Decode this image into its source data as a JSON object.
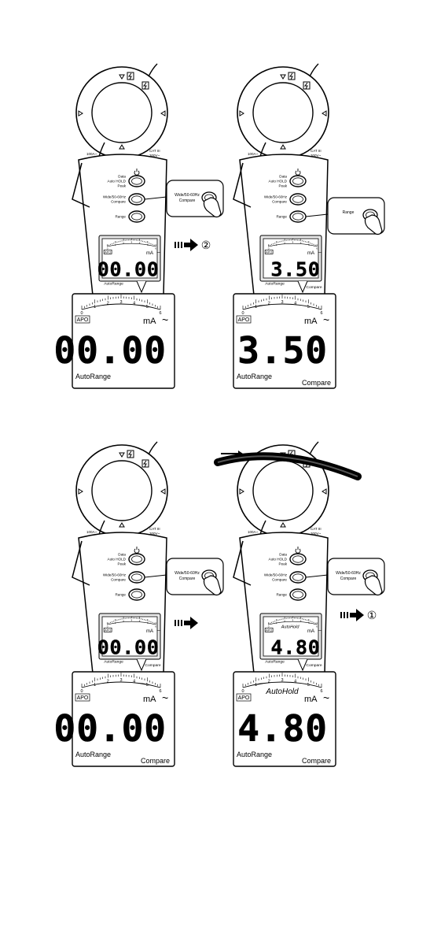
{
  "panels": [
    {
      "id": "p1",
      "clamp_rating_left": "100A~",
      "clamp_rating_right_top": "CAT III",
      "clamp_rating_right_bottom": "300V~",
      "buttons": [
        {
          "label_lines": [
            "Data",
            "Auto HOLD",
            "Peak"
          ]
        },
        {
          "label_lines": [
            "Wide/50-60Hz",
            "Compare"
          ]
        },
        {
          "label_lines": [
            "Range"
          ]
        }
      ],
      "callout_label_lines": [
        "Wide/50-60Hz",
        "Compare"
      ],
      "arrow_marker": "②",
      "lcd": {
        "scale_ticks": [
          "0",
          "1",
          "2",
          "3",
          "4",
          "5",
          "6"
        ],
        "apo": "APO",
        "unit": "mA",
        "ac_symbol": "~",
        "reading": "00.00",
        "autorange": "AutoRange",
        "compare": "",
        "autohold": ""
      }
    },
    {
      "id": "p2",
      "clamp_rating_left": "100A~",
      "clamp_rating_right_top": "CAT III",
      "clamp_rating_right_bottom": "300V~",
      "buttons": [
        {
          "label_lines": [
            "Data",
            "Auto HOLD",
            "Peak"
          ]
        },
        {
          "label_lines": [
            "Wide/50-60Hz",
            "Compare"
          ]
        },
        {
          "label_lines": [
            "Range"
          ]
        }
      ],
      "callout_label_lines": [
        "Range"
      ],
      "arrow_marker": "",
      "lcd": {
        "scale_ticks": [
          "0",
          "1",
          "2",
          "3",
          "4",
          "5",
          "6"
        ],
        "apo": "APO",
        "unit": "mA",
        "ac_symbol": "~",
        "reading": "3.50",
        "autorange": "AutoRange",
        "compare": "Compare",
        "autohold": ""
      }
    },
    {
      "id": "p3",
      "clamp_rating_left": "100A~",
      "clamp_rating_right_top": "CAT III",
      "clamp_rating_right_bottom": "300V~",
      "buttons": [
        {
          "label_lines": [
            "Data",
            "Auto HOLD",
            "Peak"
          ]
        },
        {
          "label_lines": [
            "Wide/50-60Hz",
            "Compare"
          ]
        },
        {
          "label_lines": [
            "Range"
          ]
        }
      ],
      "callout_label_lines": [
        "Wide/50-60Hz",
        "Compare"
      ],
      "arrow_marker": "",
      "lcd": {
        "scale_ticks": [
          "0",
          "1",
          "2",
          "3",
          "4",
          "5",
          "6"
        ],
        "apo": "APO",
        "unit": "mA",
        "ac_symbol": "~",
        "reading": "00.00",
        "autorange": "AutoRange",
        "compare": "Compare",
        "autohold": ""
      }
    },
    {
      "id": "p4",
      "clamp_rating_left": "100A~",
      "clamp_rating_right_top": "CAT III",
      "clamp_rating_right_bottom": "300V~",
      "buttons": [
        {
          "label_lines": [
            "Data",
            "Auto HOLD",
            "Peak"
          ]
        },
        {
          "label_lines": [
            "Wide/50-60Hz",
            "Compare"
          ]
        },
        {
          "label_lines": [
            "Range"
          ]
        }
      ],
      "callout_label_lines": [
        "Wide/50-60Hz",
        "Compare"
      ],
      "arrow_marker": "①",
      "lcd": {
        "scale_ticks": [
          "0",
          "1",
          "2",
          "3",
          "4",
          "5",
          "6"
        ],
        "apo": "APO",
        "unit": "mA",
        "ac_symbol": "~",
        "reading": "4.80",
        "autorange": "AutoRange",
        "compare": "Compare",
        "autohold": "AutoHold"
      }
    }
  ],
  "icons": {
    "clamp_jaw": "clamp-jaw-icon",
    "power": "power-icon",
    "finger": "finger-press-icon",
    "step_arrow": "step-arrow-icon",
    "cable": "cable-icon",
    "warning": "lightning-warning-icon"
  }
}
